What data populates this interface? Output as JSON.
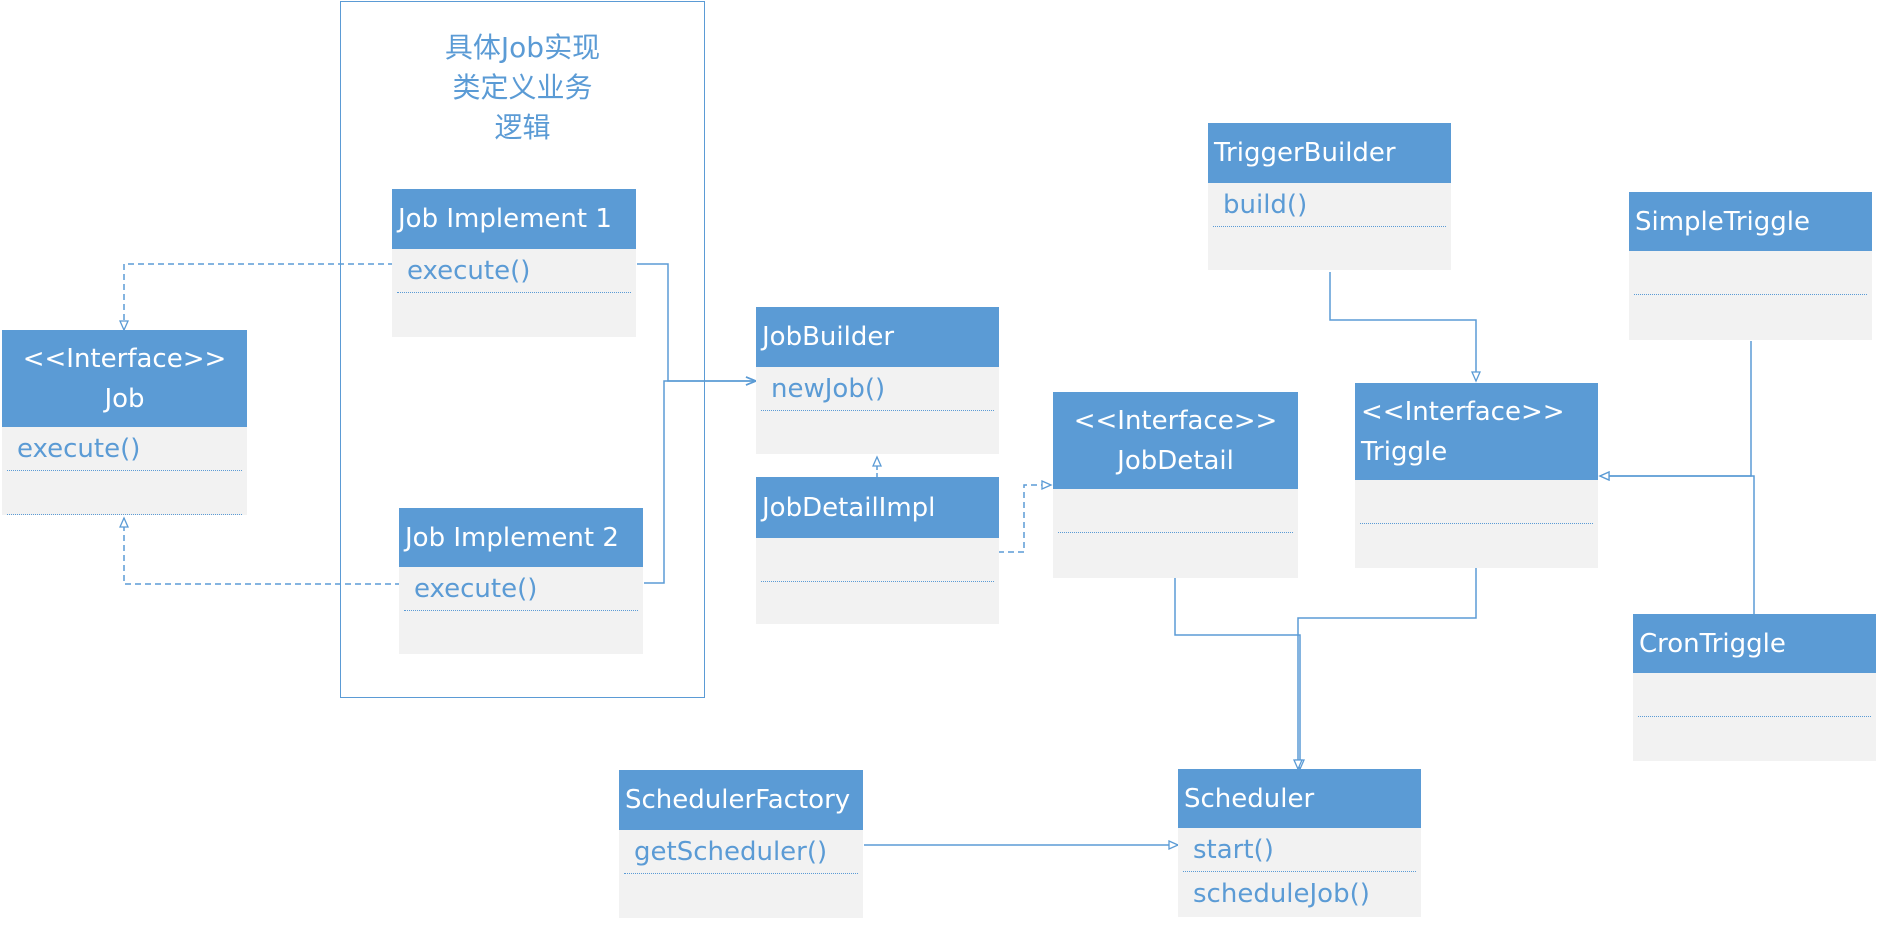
{
  "group": {
    "title_lines": [
      "具体Job实现",
      "类定义业务",
      "逻辑"
    ]
  },
  "classes": {
    "job_impl_1": {
      "name": "Job Implement 1",
      "methods": [
        "execute()"
      ]
    },
    "job_impl_2": {
      "name": "Job Implement 2",
      "methods": [
        "execute()"
      ]
    },
    "job": {
      "stereotype": "<<Interface>>",
      "name": "Job",
      "methods": [
        "execute()"
      ]
    },
    "job_builder": {
      "name": "JobBuilder",
      "methods": [
        "newJob()"
      ]
    },
    "job_detail_impl": {
      "name": "JobDetailImpl",
      "methods": []
    },
    "job_detail": {
      "stereotype": "<<Interface>>",
      "name": "JobDetail",
      "methods": []
    },
    "trigger_builder": {
      "name": "TriggerBuilder",
      "methods": [
        "build()"
      ]
    },
    "triggle": {
      "stereotype": "<<Interface>>",
      "name": "Triggle",
      "methods": []
    },
    "simple_triggle": {
      "name": "SimpleTriggle",
      "methods": []
    },
    "cron_triggle": {
      "name": "CronTriggle",
      "methods": []
    },
    "scheduler_factory": {
      "name": "SchedulerFactory",
      "methods": [
        "getScheduler()"
      ]
    },
    "scheduler": {
      "name": "Scheduler",
      "methods": [
        "start()",
        "scheduleJob()"
      ]
    }
  },
  "colors": {
    "accent": "#5b9bd5",
    "body": "#f2f2f2",
    "header_text": "#ffffff"
  }
}
